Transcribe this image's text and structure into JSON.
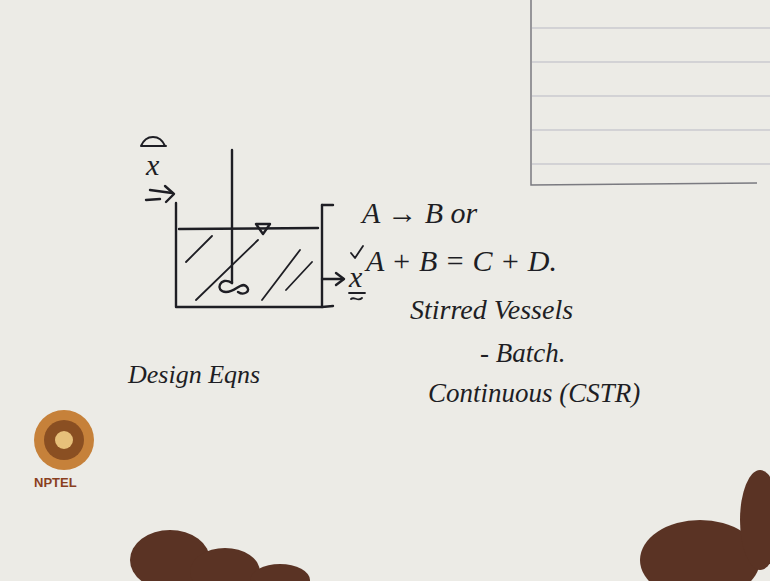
{
  "diagram": {
    "labels": [
      "x",
      "x",
      "A → B or",
      "A + B = C + D.",
      "Stirred Vessels",
      "- Batch.",
      "Continuous (CSTR)",
      "Design Eqns",
      "NPTEL"
    ]
  }
}
